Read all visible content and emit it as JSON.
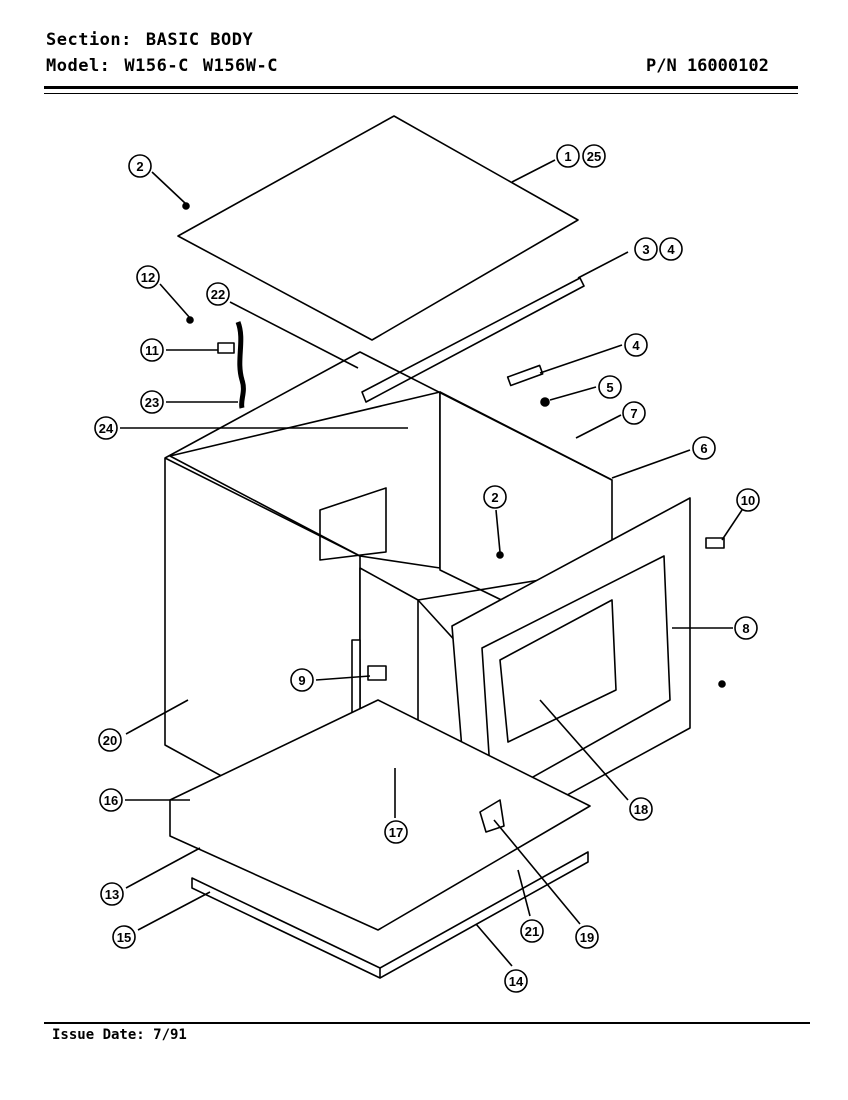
{
  "header": {
    "section_label": "Section:",
    "section_value": "BASIC BODY",
    "model_label": "Model:",
    "model_value_1": "W156-C",
    "model_value_2": "W156W-C",
    "part_number": "P/N 16000102"
  },
  "footer": {
    "issue_date": "Issue Date: 7/91"
  },
  "callouts": [
    "2",
    "1",
    "25",
    "3",
    "4",
    "12",
    "22",
    "11",
    "23",
    "4",
    "5",
    "7",
    "24",
    "6",
    "10",
    "2",
    "8",
    "9",
    "20",
    "16",
    "17",
    "18",
    "13",
    "15",
    "21",
    "19",
    "14"
  ]
}
